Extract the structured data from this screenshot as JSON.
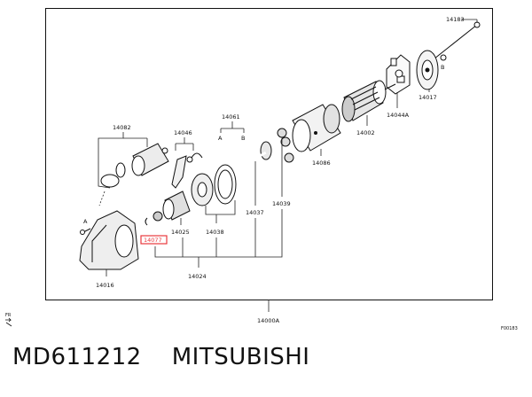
{
  "labels": {
    "p14183": "14183",
    "p14017": "14017",
    "p14044a": "14044A",
    "p14002": "14002",
    "p14086": "14086",
    "p14061": "14061",
    "p14061_a": "A",
    "p14061_b": "B",
    "p14082": "14082",
    "p14046": "14046",
    "p14039": "14039",
    "p14037": "14037",
    "p14038": "14038",
    "p14025": "14025",
    "p14024": "14024",
    "p14016": "14016",
    "p14000a": "14000A",
    "callout_a": "A",
    "callout_b": "B",
    "highlight_part": "14077",
    "front_marker": "FR",
    "figure_code": "F00183"
  },
  "caption": {
    "part_number": "MD611212",
    "brand": "MITSUBISHI"
  },
  "colors": {
    "highlight": "#e8383d",
    "line": "#111111"
  }
}
